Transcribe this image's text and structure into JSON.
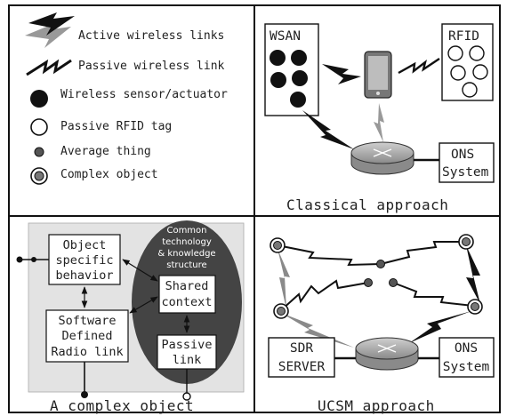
{
  "legend": {
    "active_link": "Active wireless links",
    "passive_link": "Passive wireless link",
    "sensor": "Wireless sensor/actuator",
    "rfid_tag": "Passive RFID tag",
    "average_thing": "Average thing",
    "complex_object": "Complex object"
  },
  "classical": {
    "wsan_label": "WSAN",
    "rfid_label": "RFID",
    "ons_line1": "ONS",
    "ons_line2": "System",
    "caption": "Classical approach"
  },
  "complex_object": {
    "object_behavior": [
      "Object",
      "specific",
      "behavior"
    ],
    "sdr_link": [
      "Software",
      "Defined",
      "Radio link"
    ],
    "tech_structure": [
      "Common",
      "technology",
      "& knowledge",
      "structure"
    ],
    "shared_context": [
      "Shared",
      "context"
    ],
    "passive_link": [
      "Passive",
      "link"
    ],
    "caption": "A complex object"
  },
  "ucsm": {
    "sdr_server": [
      "SDR",
      "SERVER"
    ],
    "ons_system": [
      "ONS",
      "System"
    ],
    "caption": "UCSM approach"
  },
  "colors": {
    "active_link": "#111111",
    "active_link_secondary": "#999999",
    "sensor": "#111111",
    "average_thing": "#555555",
    "panel_bg": "#e3e3e3",
    "ellipse": "#444444"
  }
}
